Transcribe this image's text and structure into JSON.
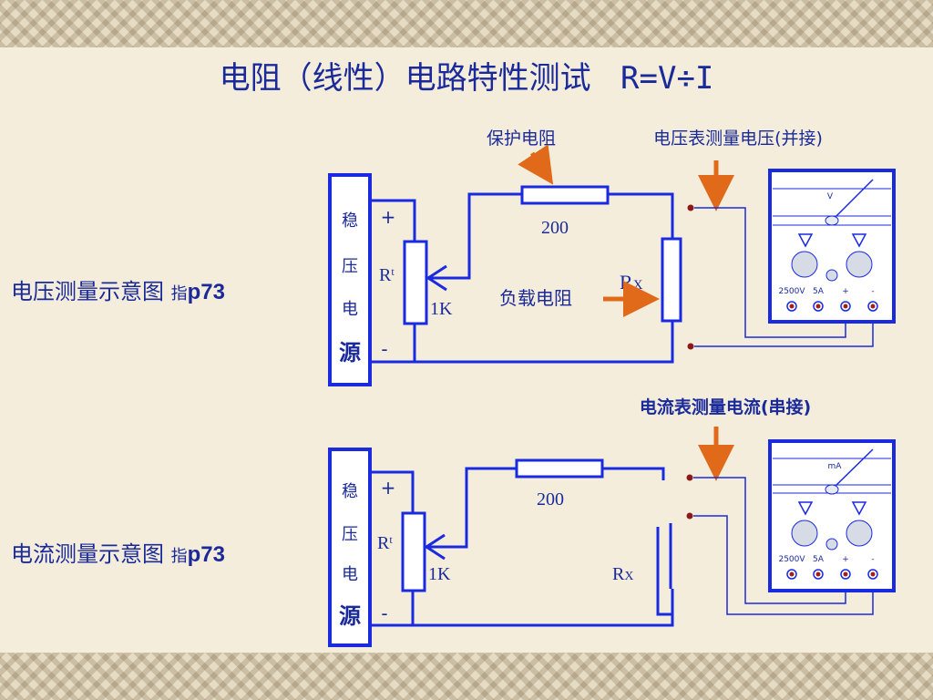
{
  "slide": {
    "title": "电阻（线性）电路特性测试",
    "formula": "R=V÷I",
    "accent_color": "#1a2a9a",
    "arrow_color": "#e06a1a"
  },
  "top_diagram": {
    "side_label": "电压测量示意图",
    "ref_prefix": "指",
    "ref_page": "p73",
    "source_chars": [
      "稳",
      "压",
      "电",
      "源"
    ],
    "plus": "+",
    "minus": "-",
    "rt_main": "R",
    "rt_sub": "t",
    "rt_value": "1K",
    "protect_label": "保护电阻",
    "protect_value": "200",
    "load_label": "负载电阻",
    "rx_main": "R",
    "rx_sub": "X",
    "meter_label": "电压表测量电压(并接)",
    "meter_unit": "V",
    "meter_terms": [
      "2500V",
      "5A",
      "+",
      "-"
    ]
  },
  "bottom_diagram": {
    "side_label": "电流测量示意图",
    "ref_prefix": "指",
    "ref_page": "p73",
    "source_chars": [
      "稳",
      "压",
      "电",
      "源"
    ],
    "plus": "+",
    "minus": "-",
    "rt_main": "R",
    "rt_sub": "t",
    "rt_value": "1K",
    "protect_value": "200",
    "rx_main": "R",
    "rx_sub": "X",
    "meter_label": "电流表测量电流(串接)",
    "meter_unit": "mA",
    "meter_terms": [
      "2500V",
      "5A",
      "+",
      "-"
    ]
  }
}
